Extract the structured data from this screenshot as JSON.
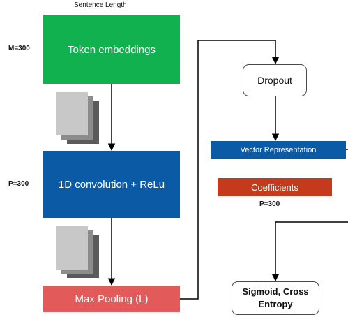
{
  "top_label": "Sentence Length",
  "dims": {
    "m": "M=300",
    "p": "P=300",
    "p_right": "P=300"
  },
  "left_column": {
    "token_embeddings": "Token embeddings",
    "convolution": "1D convolution + ReLu",
    "max_pooling": "Max Pooling (L)"
  },
  "right_column": {
    "dropout": "Dropout",
    "vector_representation": "Vector Representation",
    "coefficients": "Coefficients",
    "output": "Sigmoid, Cross Entropy"
  },
  "colors": {
    "embeddings": "#12b14f",
    "convolution": "#0a5aa6",
    "max_pooling": "#e25a5a",
    "vector_representation": "#0a5aa6",
    "coefficients": "#c53a1c",
    "connector": "#000000"
  },
  "icons": [
    "document-stack-icon",
    "document-stack-icon"
  ]
}
